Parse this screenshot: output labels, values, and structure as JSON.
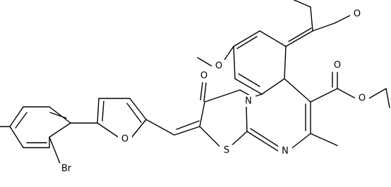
{
  "labels": {
    "o_methoxy_top": "O",
    "o_methoxy_left": "O",
    "o_ester_carbonyl": "O",
    "o_ester_single": "O",
    "o_ketone": "O",
    "n_ring": "N",
    "o_furan": "O",
    "s_ring": "S",
    "n_imine": "N",
    "br": "Br"
  },
  "colors": {
    "bond": "#000000",
    "label": "#000000",
    "background": "#ffffff"
  }
}
